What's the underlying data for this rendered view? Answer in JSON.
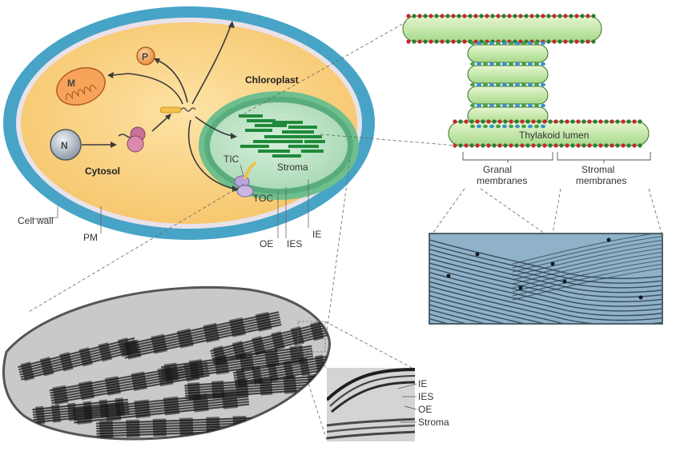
{
  "labels": {
    "chloroplast": "Chloroplast",
    "cytosol": "Cytosol",
    "stroma": "Stroma",
    "tic": "TIC",
    "toc": "TOC",
    "oe": "OE",
    "ies": "IES",
    "ie": "IE",
    "cell_wall": "Cell wall",
    "pm": "PM",
    "nucleus": "N",
    "mitochondrion": "M",
    "peroxisome": "P",
    "thylakoid_lumen": "Thylakoid lumen",
    "granal_membranes_1": "Granal",
    "granal_membranes_2": "membranes",
    "stromal_membranes_1": "Stromal",
    "stromal_membranes_2": "membranes",
    "inset_ie": "IE",
    "inset_ies": "IES",
    "inset_oe": "OE",
    "inset_stroma": "Stroma"
  },
  "colors": {
    "cell_wall": "#4aa6c7",
    "cytosol": "#fbd68a",
    "chloroplast_outer": "#7cc79a",
    "chloroplast_inner": "#bfe3c8",
    "thylakoid": "#1f8a3a",
    "membrane_red": "#cc2a2a",
    "membrane_green": "#2f8a3a",
    "lumen": "#bfe3a8",
    "micrograph_blue": "#8fb2c9"
  }
}
